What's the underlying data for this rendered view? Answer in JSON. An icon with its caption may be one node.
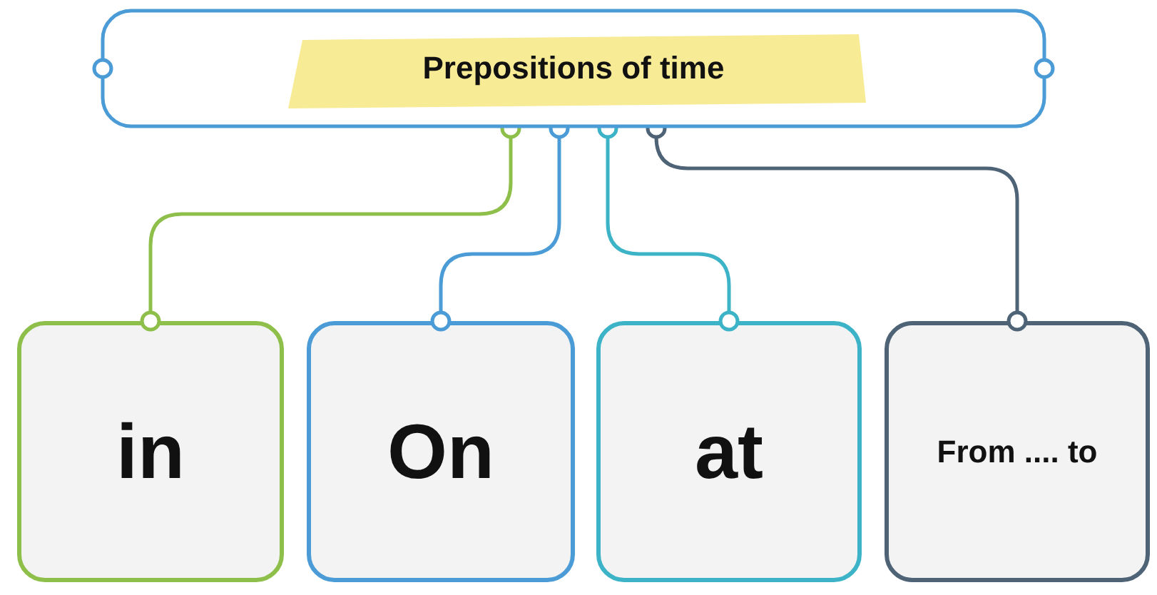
{
  "diagram": {
    "nodes": [
      {
        "text": [
          "Prepositions of time"
        ]
      },
      {
        "text": [
          "in"
        ]
      },
      {
        "text": [
          "On"
        ]
      },
      {
        "text": [
          "at"
        ]
      },
      {
        "text": [
          "From .... to"
        ]
      }
    ],
    "edges": [
      {
        "from": 0,
        "to": 1,
        "arrow": "other",
        "color": "#8dbf4a"
      },
      {
        "from": 0,
        "to": 2,
        "arrow": "other",
        "color": "#4a9bd6"
      },
      {
        "from": 0,
        "to": 3,
        "arrow": "other",
        "color": "#3cb3c6"
      },
      {
        "from": 0,
        "to": 4,
        "arrow": "other",
        "color": "#4f6377"
      }
    ]
  }
}
